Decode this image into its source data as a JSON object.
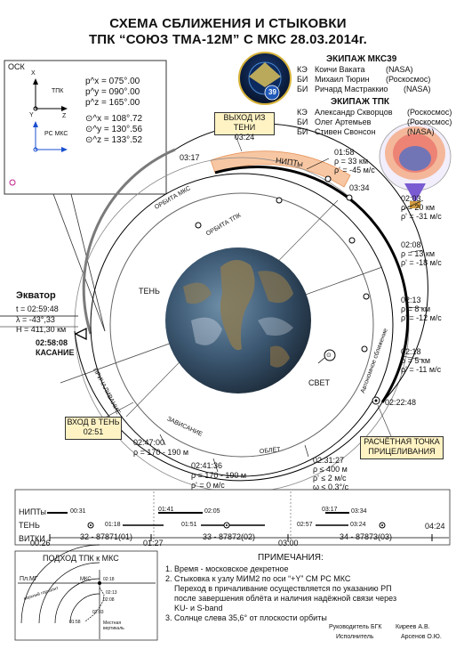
{
  "title": {
    "line1": "СХЕМА СБЛИЖЕНИЯ И СТЫКОВКИ",
    "line2": "ТПК “СОЮЗ ТМА-12М” С МКС 28.03.2014г."
  },
  "osk": {
    "label": "ОСК",
    "tpk": "ТПК",
    "rs_mks": "РС МКС",
    "axis_x": "X",
    "axis_y": "Y",
    "axis_z": "Z",
    "values": [
      "р^x = 075°.00",
      "р^y = 090°.00",
      "р^z = 165°.00",
      "⊙^x = 108°.72",
      "⊙^y = 130°.56",
      "⊙^z = 133°.52"
    ]
  },
  "crew_iss": {
    "header": "ЭКИПАЖ МКС39",
    "rows": [
      {
        "role": "КЭ",
        "name": "Коичи Ваката",
        "agency": "(NASA)"
      },
      {
        "role": "БИ",
        "name": "Михаил Тюрин",
        "agency": "(Роскосмос)"
      },
      {
        "role": "БИ",
        "name": "Ричард Мастраккио",
        "agency": "(NASA)"
      }
    ]
  },
  "crew_tpk": {
    "header": "ЭКИПАЖ ТПК",
    "rows": [
      {
        "role": "КЭ",
        "name": "Александр Скворцов",
        "agency": "(Роскосмос)"
      },
      {
        "role": "БИ",
        "name": "Олег Артемьев",
        "agency": "(Роскосмос)"
      },
      {
        "role": "БИ",
        "name": "Стивен Свонсон",
        "agency": "(NASA)"
      }
    ]
  },
  "patch_number": "39",
  "diagram": {
    "exit_shadow": {
      "label": "ВЫХОД ИЗ ТЕНИ",
      "time": "03:24"
    },
    "t_0317": "03:17",
    "nipty": "НИПТы",
    "t_0334": "03:34",
    "orbit_mks": "ОРБИТА МКС",
    "orbit_tpk": "ОРБИТА ТПК",
    "shadow": "ТЕНЬ",
    "light": "СВЕТ",
    "approach": "ПРИЧАЛИВАНИЕ",
    "hover": "ЗАВИСАНИЕ",
    "flyaround": "ОБЛЁТ",
    "auto_approach": "Автономное сближение",
    "sun_symbol": "⊙",
    "equator": {
      "label": "Экватор",
      "t": "t = 02:59:48",
      "lambda": "λ = -43°,33",
      "h": "H = 411,30 км"
    },
    "docking": {
      "time": "02:58:08",
      "label": "КАСАНИЕ"
    },
    "enter_shadow": {
      "label": "ВХОД В ТЕНЬ",
      "time": "02:51"
    },
    "calc_point": {
      "line1": "РАСЧЁТНАЯ ТОЧКА",
      "line2": "ПРИЦЕЛИВАНИЯ"
    },
    "t_022248": "02:22:48",
    "points": [
      {
        "time": "01:58",
        "rho": "ρ = 33 км",
        "rhod": "ρ' = -45 м/с"
      },
      {
        "time": "02:03",
        "rho": "ρ = 20 км",
        "rhod": "ρ' = -31 м/с"
      },
      {
        "time": "02:08",
        "rho": "ρ = 13 км",
        "rhod": "ρ' = -18 м/с"
      },
      {
        "time": "02:13",
        "rho": "ρ = 8 км",
        "rhod": "ρ' = -12 м/с"
      },
      {
        "time": "02:18",
        "rho": "ρ = 5 км",
        "rhod": "ρ' = -11 м/с"
      }
    ],
    "t_024700": {
      "time": "02:47:00",
      "rho": "ρ = 170 - 190 м"
    },
    "t_024136": {
      "time": "02:41:36",
      "rho": "ρ = 170 - 190 м",
      "rhod": "ρ' = 0 м/с"
    },
    "t_023127": {
      "time": "02:31:27",
      "rho": "ρ ≤ 400 м",
      "rhod": "ρ' ≤ 2 м/с",
      "omega": "ω ≤ 0.3°/с"
    }
  },
  "timeline": {
    "rows": [
      "НИПТы",
      "ТЕНЬ",
      "ВИТКИ"
    ],
    "nip_times": [
      "00:31",
      "01:41",
      "02:05",
      "03:17",
      "03:34"
    ],
    "shadow_times": [
      "01:18",
      "01:51",
      "02:57",
      "03:24"
    ],
    "orbit_times": [
      "00:26",
      "01:27",
      "03:00",
      "04:24"
    ],
    "orbits": [
      "32 - 87871(01)",
      "33 - 87872(02)",
      "34 - 87873(03)"
    ]
  },
  "approach_panel": {
    "title": "ПОДХОД ТПК к МКС",
    "pl_mg": "Пл.МГ",
    "mks": "МКС",
    "upper_horizon": "верхний горизонт",
    "local_vertical": "Местная вертикаль",
    "times": [
      "02:18",
      "02:13",
      "02:08",
      "02:03",
      "01:58"
    ]
  },
  "notes": {
    "header": "ПРИМЕЧАНИЯ:",
    "items": [
      "1. Время - московское декретное",
      "2. Стыковка к узлу МИМ2 по оси “+Y” СМ РС МКС",
      "Переход в причаливание осуществляется по указанию РП",
      "после завершения облёта и наличия надёжной связи через",
      "KU- и S-band",
      "3. Солнце слева 35,6° от плоскости орбиты"
    ]
  },
  "signatures": [
    {
      "role": "Руководитель БГК",
      "name": "Киреев А.В."
    },
    {
      "role": "Исполнитель",
      "name": "Арсенов О.Ю."
    }
  ]
}
